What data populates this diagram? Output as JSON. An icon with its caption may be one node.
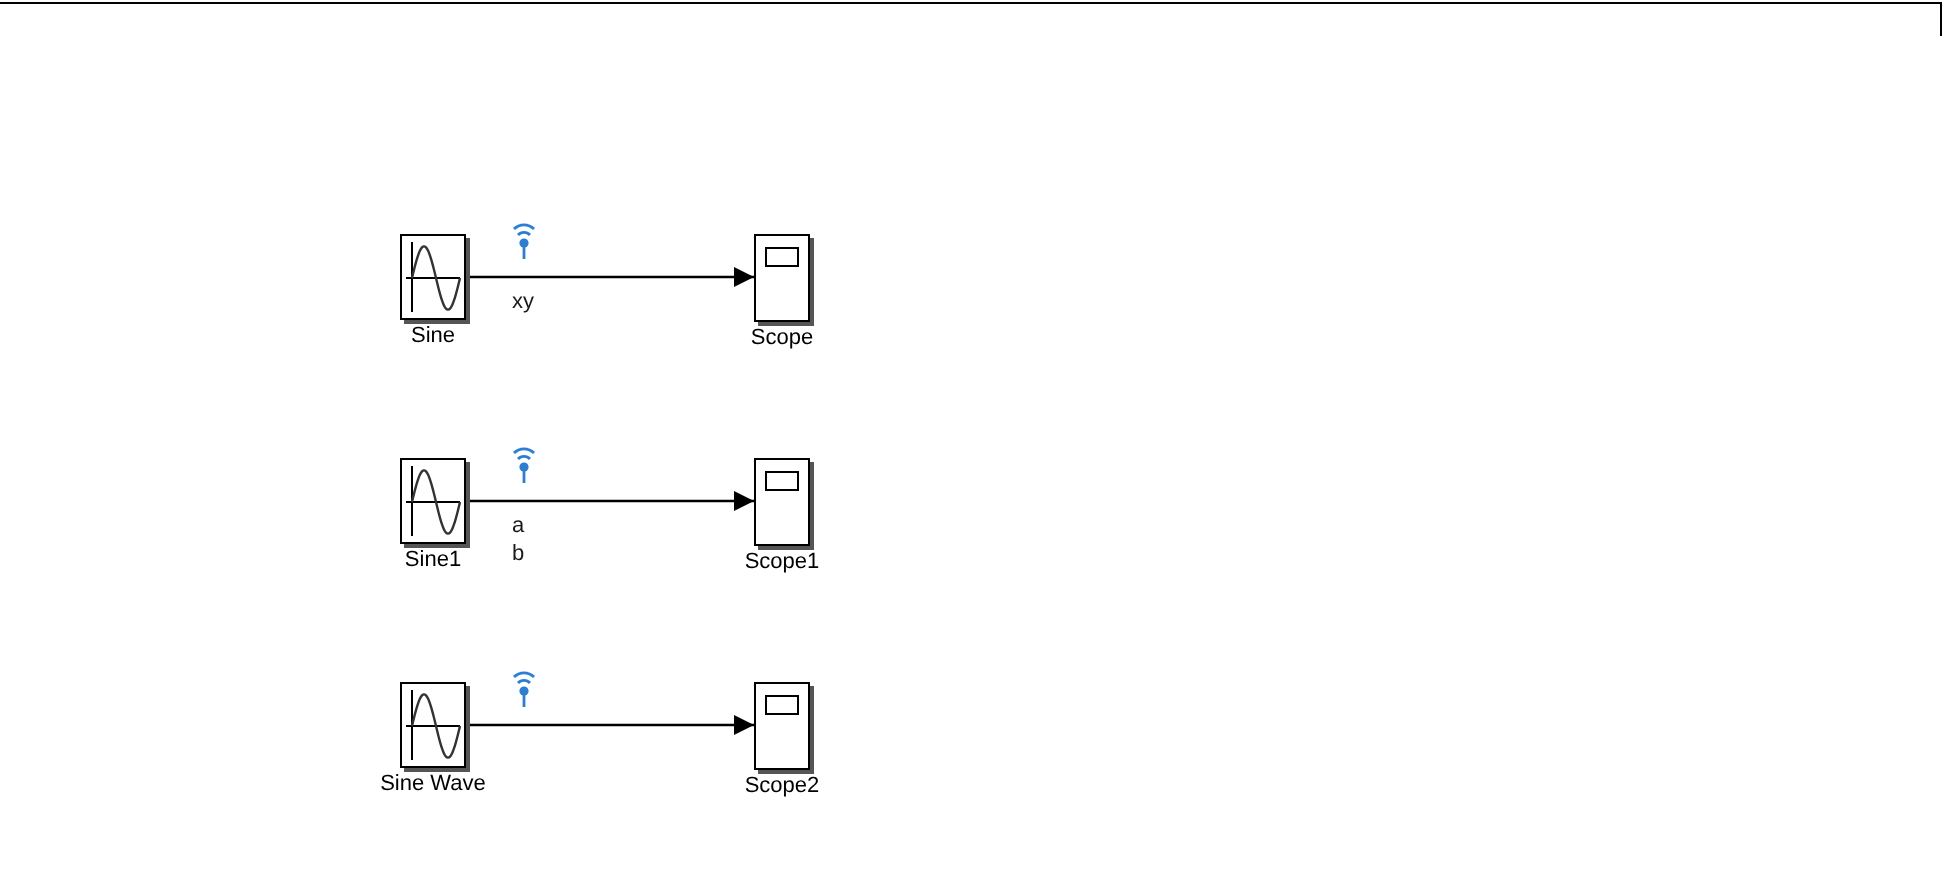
{
  "diagram": {
    "nodes": [
      {
        "text": [
          "Sine"
        ]
      },
      {
        "text": [
          "Scope"
        ]
      },
      {
        "text": [
          "Sine1"
        ]
      },
      {
        "text": [
          "Scope1"
        ]
      },
      {
        "text": [
          "Sine Wave"
        ]
      },
      {
        "text": [
          "Scope2"
        ]
      }
    ],
    "edges": [
      {
        "from": 0,
        "to": 1,
        "arrow": "to",
        "label": "xy"
      },
      {
        "from": 2,
        "to": 3,
        "arrow": "to",
        "label": "a b"
      },
      {
        "from": 4,
        "to": 5,
        "arrow": "to"
      }
    ]
  }
}
